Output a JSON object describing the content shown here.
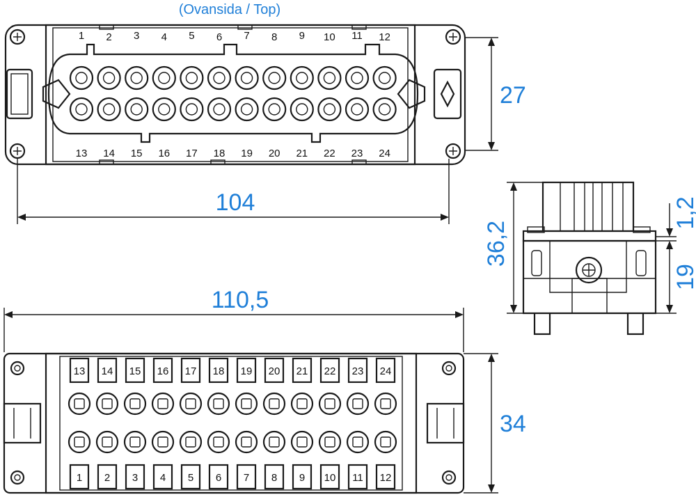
{
  "caption": "(Ovansida / Top)",
  "dimensions": {
    "top_height": "27",
    "top_width": "104",
    "side_height": "36,2",
    "side_small": "1,2",
    "side_lower": "19",
    "bottom_width": "110,5",
    "bottom_height": "34"
  },
  "pins": {
    "top_row": [
      "1",
      "2",
      "3",
      "4",
      "5",
      "6",
      "7",
      "8",
      "9",
      "10",
      "11",
      "12"
    ],
    "bottom_row": [
      "13",
      "14",
      "15",
      "16",
      "17",
      "18",
      "19",
      "20",
      "21",
      "22",
      "23",
      "24"
    ]
  },
  "colors": {
    "dimension_text": "#1f7fd8",
    "outline": "#1a1a1a"
  }
}
